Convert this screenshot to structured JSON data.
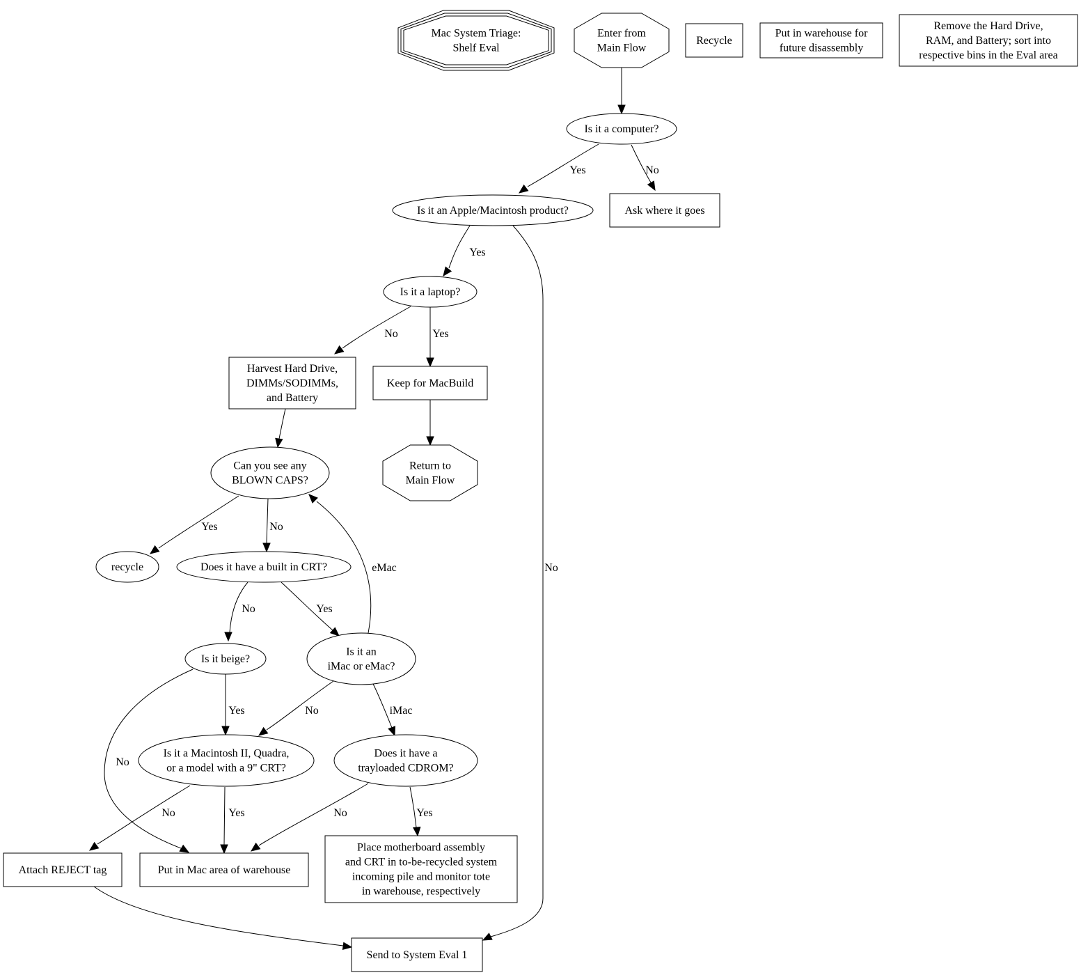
{
  "title": "Mac System Triage: Shelf Eval",
  "nodes": [
    {
      "id": "title",
      "shape": "tripleoctagon",
      "lines": [
        "Mac System Triage:",
        "Shelf Eval"
      ]
    },
    {
      "id": "enter",
      "shape": "octagon",
      "lines": [
        "Enter from",
        "Main Flow"
      ]
    },
    {
      "id": "legend_recycle",
      "shape": "box",
      "lines": [
        "Recycle"
      ]
    },
    {
      "id": "legend_warehouse",
      "shape": "box",
      "lines": [
        "Put in warehouse for",
        "future disassembly"
      ]
    },
    {
      "id": "legend_remove",
      "shape": "box",
      "lines": [
        "Remove the Hard Drive,",
        "RAM, and Battery; sort into",
        "respective bins in the Eval area"
      ]
    },
    {
      "id": "is_computer",
      "shape": "ellipse",
      "lines": [
        "Is it a computer?"
      ]
    },
    {
      "id": "is_apple",
      "shape": "ellipse",
      "lines": [
        "Is it an Apple/Macintosh product?"
      ]
    },
    {
      "id": "ask",
      "shape": "box",
      "lines": [
        "Ask where it goes"
      ]
    },
    {
      "id": "is_laptop",
      "shape": "ellipse",
      "lines": [
        "Is it a laptop?"
      ]
    },
    {
      "id": "harvest",
      "shape": "box",
      "lines": [
        "Harvest Hard Drive,",
        "DIMMs/SODIMMs,",
        "and Battery"
      ]
    },
    {
      "id": "keep",
      "shape": "box",
      "lines": [
        "Keep for MacBuild"
      ]
    },
    {
      "id": "return",
      "shape": "octagon",
      "lines": [
        "Return to",
        "Main Flow"
      ]
    },
    {
      "id": "blown_caps",
      "shape": "ellipse",
      "lines": [
        "Can you see any",
        "BLOWN CAPS?"
      ]
    },
    {
      "id": "recycle",
      "shape": "ellipse",
      "lines": [
        "recycle"
      ]
    },
    {
      "id": "built_in_crt",
      "shape": "ellipse",
      "lines": [
        "Does it have a built in CRT?"
      ]
    },
    {
      "id": "beige",
      "shape": "ellipse",
      "lines": [
        "Is it beige?"
      ]
    },
    {
      "id": "imac_emac",
      "shape": "ellipse",
      "lines": [
        "Is it an",
        "iMac or eMac?"
      ]
    },
    {
      "id": "mac_ii",
      "shape": "ellipse",
      "lines": [
        "Is it a Macintosh II, Quadra,",
        "or a model with a 9\" CRT?"
      ]
    },
    {
      "id": "trayloaded",
      "shape": "ellipse",
      "lines": [
        "Does it have a",
        "trayloaded CDROM?"
      ]
    },
    {
      "id": "reject",
      "shape": "box",
      "lines": [
        "Attach REJECT tag"
      ]
    },
    {
      "id": "mac_area",
      "shape": "box",
      "lines": [
        "Put in Mac area of warehouse"
      ]
    },
    {
      "id": "place_mobo",
      "shape": "box",
      "lines": [
        "Place motherboard assembly",
        "and CRT in to-be-recycled system",
        "incoming pile and monitor tote",
        "in warehouse, respectively"
      ]
    },
    {
      "id": "send_eval",
      "shape": "box",
      "lines": [
        "Send to System Eval 1"
      ]
    }
  ],
  "edges": [
    {
      "from": "enter",
      "to": "is_computer",
      "label": ""
    },
    {
      "from": "is_computer",
      "to": "is_apple",
      "label": "Yes"
    },
    {
      "from": "is_computer",
      "to": "ask",
      "label": "No"
    },
    {
      "from": "is_apple",
      "to": "is_laptop",
      "label": "Yes"
    },
    {
      "from": "is_apple",
      "to": "send_eval",
      "label": "No"
    },
    {
      "from": "is_laptop",
      "to": "harvest",
      "label": "No"
    },
    {
      "from": "is_laptop",
      "to": "keep",
      "label": "Yes"
    },
    {
      "from": "keep",
      "to": "return",
      "label": ""
    },
    {
      "from": "harvest",
      "to": "blown_caps",
      "label": ""
    },
    {
      "from": "blown_caps",
      "to": "recycle",
      "label": "Yes"
    },
    {
      "from": "blown_caps",
      "to": "built_in_crt",
      "label": "No"
    },
    {
      "from": "built_in_crt",
      "to": "beige",
      "label": "No"
    },
    {
      "from": "built_in_crt",
      "to": "imac_emac",
      "label": "Yes"
    },
    {
      "from": "imac_emac",
      "to": "blown_caps",
      "label": "eMac"
    },
    {
      "from": "beige",
      "to": "mac_ii",
      "label": "Yes"
    },
    {
      "from": "beige",
      "to": "mac_area",
      "label": "No"
    },
    {
      "from": "imac_emac",
      "to": "mac_ii",
      "label": "No"
    },
    {
      "from": "imac_emac",
      "to": "trayloaded",
      "label": "iMac"
    },
    {
      "from": "mac_ii",
      "to": "reject",
      "label": "No"
    },
    {
      "from": "mac_ii",
      "to": "mac_area",
      "label": "Yes"
    },
    {
      "from": "trayloaded",
      "to": "mac_area",
      "label": "No"
    },
    {
      "from": "trayloaded",
      "to": "place_mobo",
      "label": "Yes"
    },
    {
      "from": "reject",
      "to": "send_eval",
      "label": ""
    }
  ]
}
